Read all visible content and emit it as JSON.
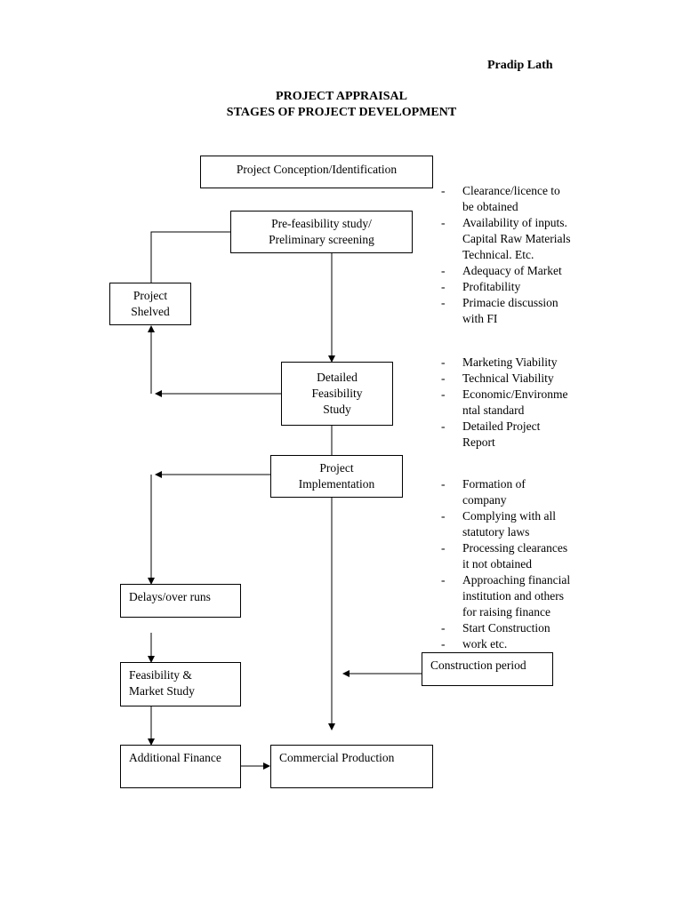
{
  "header": {
    "author": "Pradip Lath",
    "title_line1": "PROJECT APPRAISAL",
    "title_line2": "STAGES OF PROJECT DEVELOPMENT"
  },
  "nodes": {
    "conception": {
      "lines": [
        "Project Conception/Identification"
      ]
    },
    "prefeasibility": {
      "lines": [
        "Pre-feasibility study/",
        "Preliminary screening"
      ]
    },
    "shelved": {
      "lines": [
        "Project",
        "Shelved"
      ]
    },
    "detailed": {
      "lines": [
        "Detailed",
        "Feasibility",
        "Study"
      ]
    },
    "implementation": {
      "lines": [
        "Project",
        "Implementation"
      ]
    },
    "delays": {
      "lines": [
        "Delays/over runs"
      ]
    },
    "feasibility_market": {
      "lines": [
        "Feasibility &",
        "Market Study"
      ]
    },
    "additional_finance": {
      "lines": [
        "Additional Finance"
      ]
    },
    "commercial_production": {
      "lines": [
        "Commercial Production"
      ]
    },
    "construction_period": {
      "lines": [
        "Construction period"
      ]
    }
  },
  "notes": {
    "prefeasibility": [
      {
        "text": "Clearance/licence to",
        "bullet": true
      },
      {
        "text": "be obtained",
        "bullet": false
      },
      {
        "text": "Availability of inputs.",
        "bullet": true
      },
      {
        "text": "Capital Raw Materials",
        "bullet": false
      },
      {
        "text": "Technical. Etc.",
        "bullet": false
      },
      {
        "text": "Adequacy of Market",
        "bullet": true
      },
      {
        "text": "Profitability",
        "bullet": true
      },
      {
        "text": "Primacie discussion",
        "bullet": true
      },
      {
        "text": "with FI",
        "bullet": false
      }
    ],
    "detailed": [
      {
        "text": "Marketing Viability",
        "bullet": true
      },
      {
        "text": "Technical Viability",
        "bullet": true
      },
      {
        "text": "Economic/Environme",
        "bullet": true
      },
      {
        "text": "ntal standard",
        "bullet": false
      },
      {
        "text": "Detailed Project",
        "bullet": true
      },
      {
        "text": "Report",
        "bullet": false
      }
    ],
    "implementation": [
      {
        "text": "Formation of",
        "bullet": true
      },
      {
        "text": "company",
        "bullet": false
      },
      {
        "text": "Complying with all",
        "bullet": true
      },
      {
        "text": "statutory laws",
        "bullet": false
      },
      {
        "text": "Processing clearances",
        "bullet": true
      },
      {
        "text": "it not obtained",
        "bullet": false
      },
      {
        "text": "Approaching financial",
        "bullet": true
      },
      {
        "text": "institution and others",
        "bullet": false
      },
      {
        "text": "for raising finance",
        "bullet": false
      },
      {
        "text": "Start Construction",
        "bullet": true
      },
      {
        "text": "work etc.",
        "bullet": true
      }
    ]
  }
}
